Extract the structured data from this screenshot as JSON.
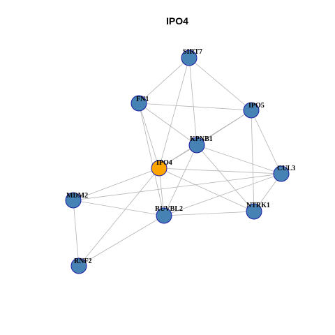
{
  "title": "IPO4",
  "colors": {
    "node_default": "#4682b4",
    "node_highlight": "#ffa500",
    "node_border": "#1a1aa6",
    "edge": "#b3b3b3"
  },
  "nodes": [
    {
      "id": "SIRT7",
      "highlight": false
    },
    {
      "id": "FN1",
      "highlight": false
    },
    {
      "id": "IPO5",
      "highlight": false
    },
    {
      "id": "KPNB1",
      "highlight": false
    },
    {
      "id": "IPO4",
      "highlight": true
    },
    {
      "id": "CUL3",
      "highlight": false
    },
    {
      "id": "MDM2",
      "highlight": false
    },
    {
      "id": "RUVBL2",
      "highlight": false
    },
    {
      "id": "NTRK1",
      "highlight": false
    },
    {
      "id": "RNF2",
      "highlight": false
    }
  ],
  "edges": [
    [
      "SIRT7",
      "FN1"
    ],
    [
      "SIRT7",
      "IPO5"
    ],
    [
      "SIRT7",
      "KPNB1"
    ],
    [
      "SIRT7",
      "IPO4"
    ],
    [
      "FN1",
      "IPO5"
    ],
    [
      "FN1",
      "KPNB1"
    ],
    [
      "FN1",
      "IPO4"
    ],
    [
      "FN1",
      "RUVBL2"
    ],
    [
      "IPO5",
      "KPNB1"
    ],
    [
      "IPO5",
      "CUL3"
    ],
    [
      "IPO5",
      "NTRK1"
    ],
    [
      "IPO5",
      "IPO4"
    ],
    [
      "KPNB1",
      "IPO4"
    ],
    [
      "KPNB1",
      "RUVBL2"
    ],
    [
      "KPNB1",
      "NTRK1"
    ],
    [
      "KPNB1",
      "CUL3"
    ],
    [
      "IPO4",
      "MDM2"
    ],
    [
      "IPO4",
      "CUL3"
    ],
    [
      "IPO4",
      "NTRK1"
    ],
    [
      "IPO4",
      "RUVBL2"
    ],
    [
      "IPO4",
      "RNF2"
    ],
    [
      "CUL3",
      "NTRK1"
    ],
    [
      "CUL3",
      "MDM2"
    ],
    [
      "CUL3",
      "RUVBL2"
    ],
    [
      "MDM2",
      "RUVBL2"
    ],
    [
      "MDM2",
      "RNF2"
    ],
    [
      "RUVBL2",
      "NTRK1"
    ],
    [
      "RUVBL2",
      "RNF2"
    ]
  ]
}
